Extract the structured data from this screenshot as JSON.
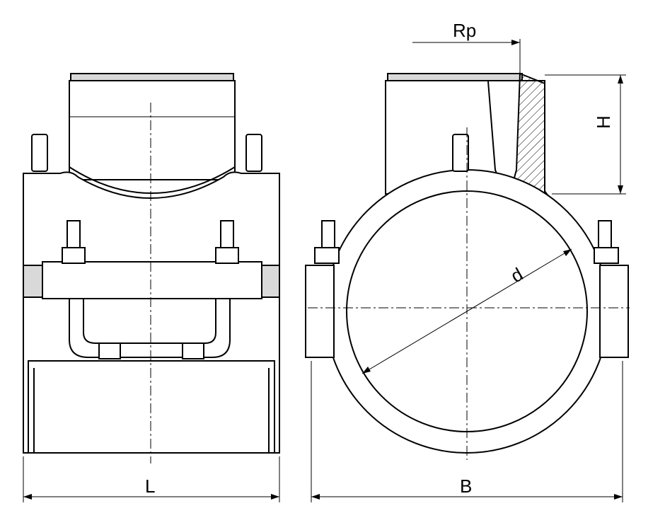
{
  "dimensions": {
    "outlet_thread": "Rp",
    "height": "H",
    "pipe_diameter": "d",
    "length": "L",
    "width": "B"
  },
  "colors": {
    "line": "#000000",
    "background": "#ffffff"
  }
}
